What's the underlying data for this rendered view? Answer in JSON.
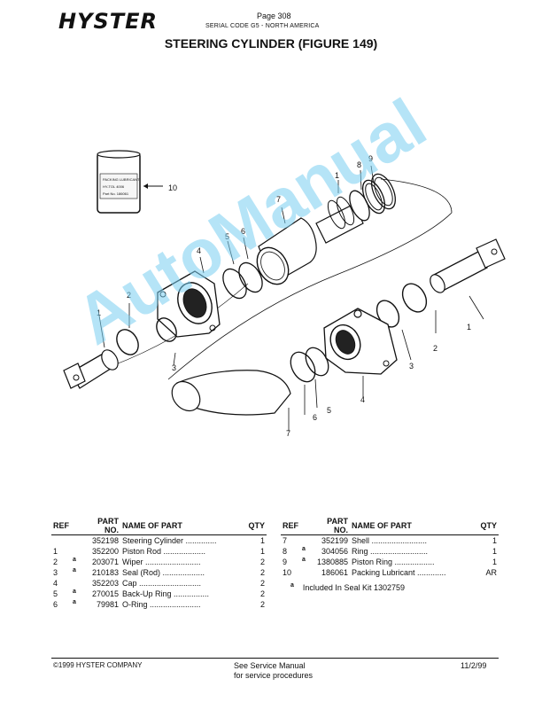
{
  "header": {
    "logo": "HYSTER",
    "page": "Page 308",
    "serial": "SERIAL CODE G5 - NORTH AMERICA"
  },
  "title": "STEERING CYLINDER (FIGURE 149)",
  "watermark": "AutoManual",
  "figure": {
    "callouts": [
      "10",
      "9",
      "8",
      "7",
      "1",
      "6",
      "5",
      "4",
      "2",
      "1",
      "3",
      "2",
      "1",
      "3",
      "6",
      "5",
      "4",
      "7"
    ],
    "can_label": [
      "PACKING LUBRICANT",
      "HY-TOL 4006",
      "Part No. 186061"
    ]
  },
  "table": {
    "headers": {
      "ref": "REF",
      "part_no": "PART NO.",
      "name": "NAME OF PART",
      "qty": "QTY"
    },
    "left_rows": [
      {
        "ref": "",
        "sup": "",
        "part_no": "352198",
        "name": "Steering Cylinder ..............",
        "qty": "1"
      },
      {
        "ref": "1",
        "sup": "",
        "part_no": "352200",
        "name": "Piston Rod ...................",
        "qty": "1"
      },
      {
        "ref": "2",
        "sup": "a",
        "part_no": "203071",
        "name": "Wiper .........................",
        "qty": "2"
      },
      {
        "ref": "3",
        "sup": "a",
        "part_no": "210183",
        "name": "Seal (Rod) ...................",
        "qty": "2"
      },
      {
        "ref": "4",
        "sup": "",
        "part_no": "352203",
        "name": "Cap ............................",
        "qty": "2"
      },
      {
        "ref": "5",
        "sup": "a",
        "part_no": "270015",
        "name": "Back-Up Ring ................",
        "qty": "2"
      },
      {
        "ref": "6",
        "sup": "a",
        "part_no": "79981",
        "name": "O-Ring .......................",
        "qty": "2"
      }
    ],
    "right_rows": [
      {
        "ref": "7",
        "sup": "",
        "part_no": "352199",
        "name": "Shell .........................",
        "qty": "1"
      },
      {
        "ref": "8",
        "sup": "a",
        "part_no": "304056",
        "name": "Ring ..........................",
        "qty": "1"
      },
      {
        "ref": "9",
        "sup": "a",
        "part_no": "1380885",
        "name": "Piston Ring ..................",
        "qty": "1"
      },
      {
        "ref": "10",
        "sup": "",
        "part_no": "186061",
        "name": "Packing Lubricant .............",
        "qty": "AR"
      }
    ],
    "footnote_marker": "a",
    "footnote_text": "Included In Seal Kit 1302759"
  },
  "footer": {
    "copyright": "©1999 HYSTER COMPANY",
    "service_line1": "See Service Manual",
    "service_line2": "for service procedures",
    "date": "11/2/99"
  }
}
